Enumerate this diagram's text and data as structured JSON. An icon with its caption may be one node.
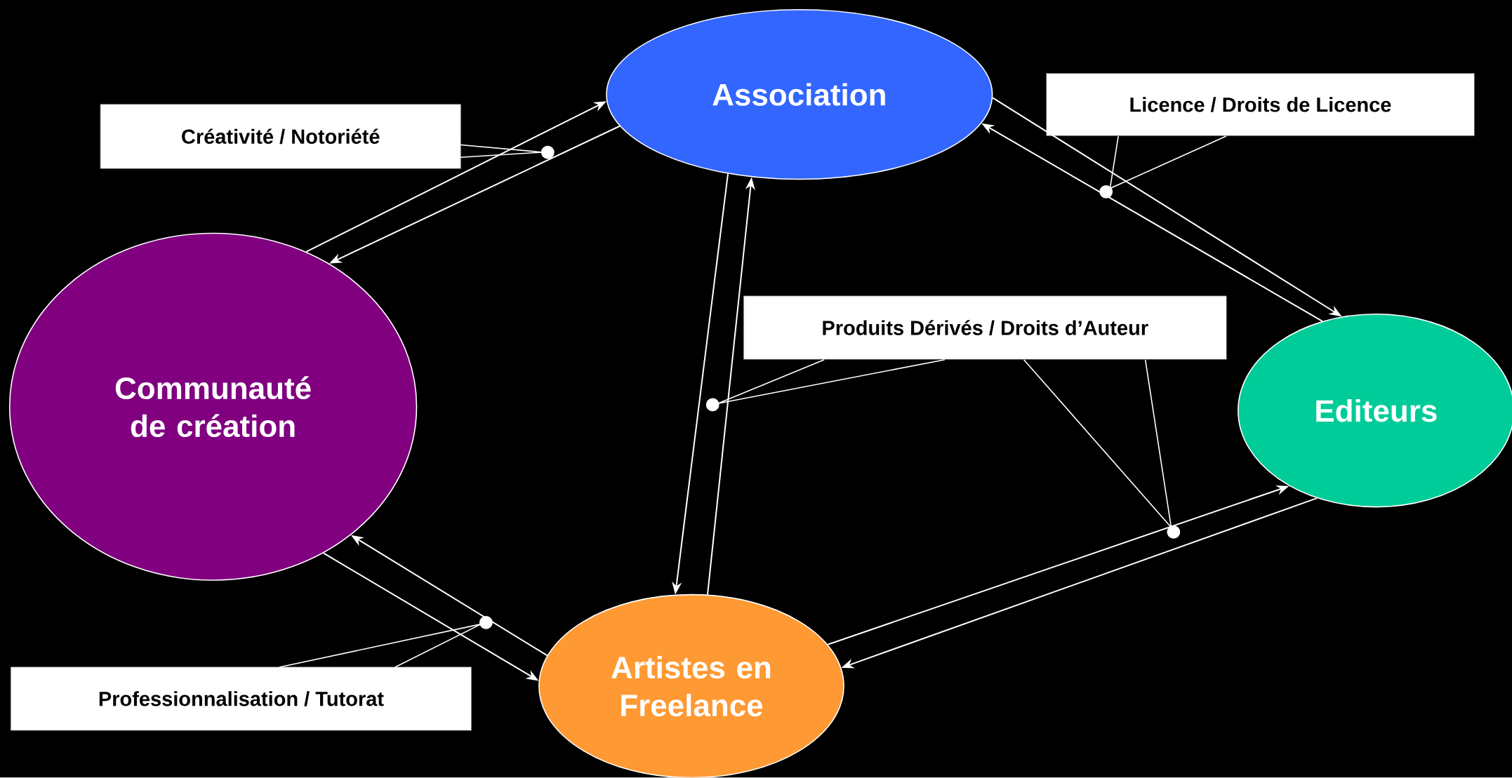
{
  "diagram": {
    "nodes": [
      {
        "text": [
          "Créativité / Notoriété"
        ]
      },
      {
        "text": [
          "Association"
        ]
      },
      {
        "text": [
          "Licence / Droits de Licence"
        ]
      },
      {
        "text": [
          "Communauté de création"
        ]
      },
      {
        "text": [
          "Produits Dérivés / Droits d’Auteur"
        ]
      },
      {
        "text": [
          "Editeurs"
        ]
      },
      {
        "text": [
          "Professionnalisation / Tutorat"
        ]
      },
      {
        "text": [
          "Artistes en Freelance"
        ]
      },
      {
        "text": [],
        "shape": "circle"
      },
      {
        "text": [],
        "shape": "circle"
      },
      {
        "text": [],
        "shape": "circle"
      },
      {
        "text": [],
        "shape": "circle"
      },
      {
        "text": [],
        "shape": "circle"
      }
    ],
    "edges": [
      {
        "from": 3,
        "to": 1,
        "arrow": "to"
      },
      {
        "from": 1,
        "to": 3,
        "arrow": "to"
      },
      {
        "from": 1,
        "to": 5,
        "arrow": "to"
      },
      {
        "from": 5,
        "to": 1,
        "arrow": "to"
      },
      {
        "from": 1,
        "to": 7,
        "arrow": "to"
      },
      {
        "from": 7,
        "to": 1,
        "arrow": "to"
      },
      {
        "from": 7,
        "to": 5,
        "arrow": "to"
      },
      {
        "from": 5,
        "to": 7,
        "arrow": "to"
      },
      {
        "from": 3,
        "to": 7,
        "arrow": "to"
      },
      {
        "from": 7,
        "to": 3,
        "arrow": "to"
      },
      {
        "from": 0,
        "to": 9,
        "arrow": "none"
      },
      {
        "from": 2,
        "to": 11,
        "arrow": "none"
      },
      {
        "from": 4,
        "to": 10,
        "arrow": "none"
      },
      {
        "from": 4,
        "to": 12,
        "arrow": "none"
      },
      {
        "from": 6,
        "to": 8,
        "arrow": "none"
      }
    ]
  }
}
